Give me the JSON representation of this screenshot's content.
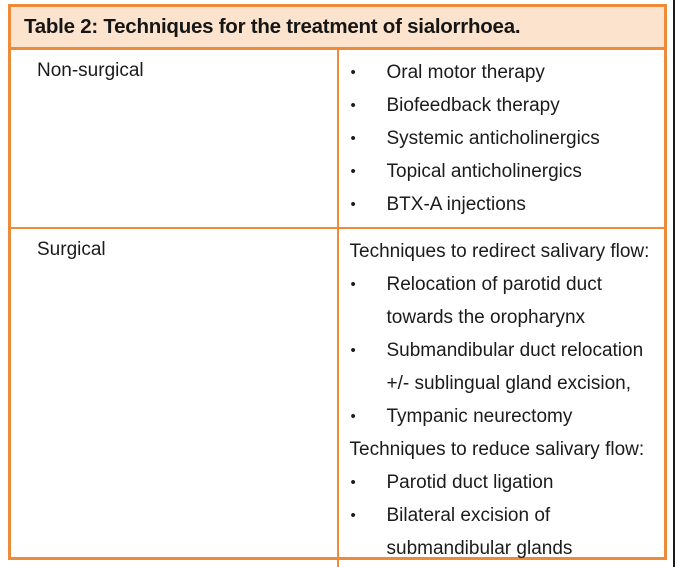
{
  "table": {
    "caption": "Table 2: Techniques for the treatment of sialorrhoea.",
    "colors": {
      "border": "#ed8b3a",
      "header_background": "#fbe3cd",
      "text": "#1b1b1b"
    },
    "rows": [
      {
        "label": "Non-surgical",
        "blocks": [
          {
            "type": "bullets",
            "items": [
              "Oral motor therapy",
              "Biofeedback therapy",
              "Systemic anticholinergics",
              "Topical anticholinergics",
              "BTX-A injections"
            ]
          }
        ]
      },
      {
        "label": "Surgical",
        "blocks": [
          {
            "type": "heading",
            "text": "Techniques to redirect salivary flow:"
          },
          {
            "type": "bullets",
            "items": [
              "Relocation of parotid duct towards the oropharynx",
              "Submandibular duct relocation +/- sublingual gland excision,",
              "Tympanic neurectomy"
            ]
          },
          {
            "type": "heading",
            "text": "Techniques to reduce salivary flow:"
          },
          {
            "type": "bullets",
            "items": [
              "Parotid duct ligation",
              "Bilateral excision of submandibular glands"
            ]
          }
        ]
      }
    ]
  }
}
